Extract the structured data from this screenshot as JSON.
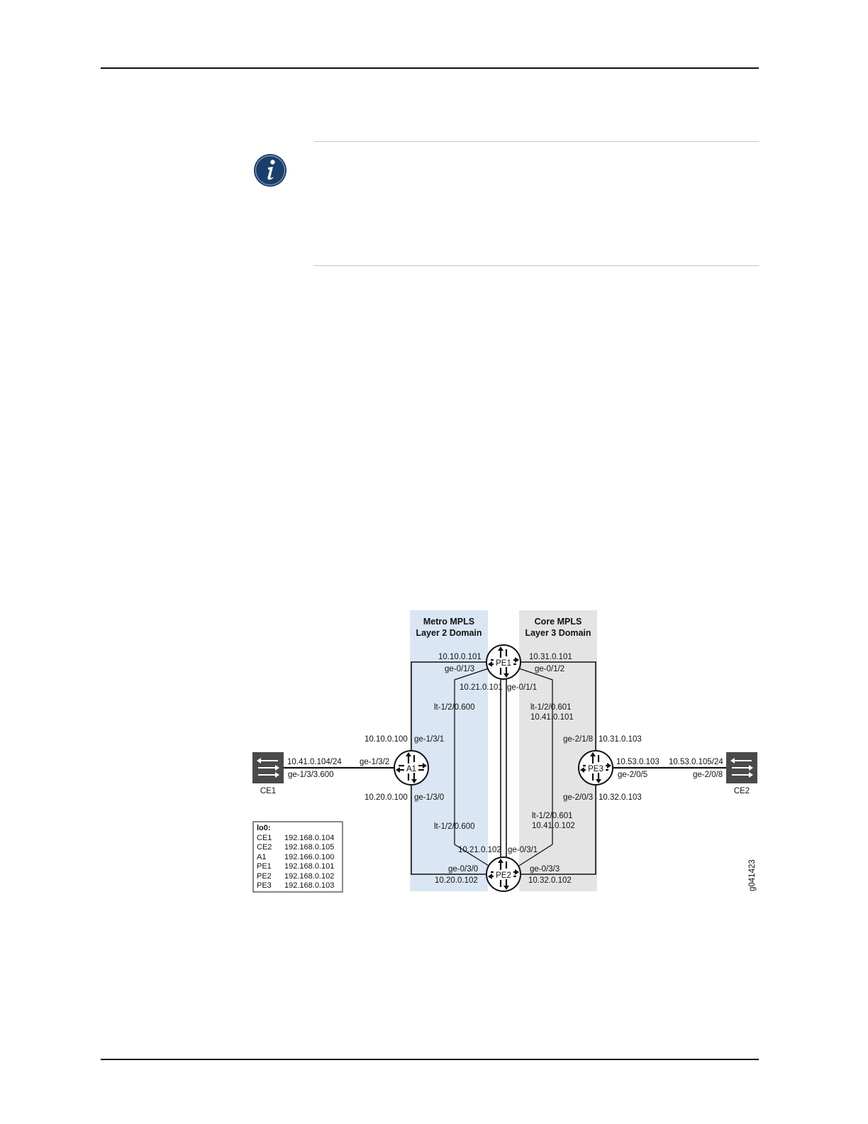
{
  "note": {
    "icon": "info-icon"
  },
  "diagram": {
    "domains": {
      "metro": {
        "line1": "Metro MPLS",
        "line2": "Layer 2 Domain",
        "color": "#dae6f3"
      },
      "core": {
        "line1": "Core MPLS",
        "line2": "Layer 3 Domain",
        "color": "#e4e4e4"
      }
    },
    "devices": {
      "pe1": "PE1",
      "pe2": "PE2",
      "pe3": "PE3",
      "a1": "A1",
      "ce1": "CE1",
      "ce2": "CE2"
    },
    "labels": {
      "pe1_left_ip": "10.10.0.101",
      "pe1_left_if": "ge-0/1/3",
      "pe1_right_ip": "10.31.0.101",
      "pe1_right_if": "ge-0/1/2",
      "pe1_down_ip": "10.21.0.101",
      "pe1_down_if": "ge-0/1/1",
      "lt_a_top": "lt-1/2/0.600",
      "lt_b_top": "lt-1/2/0.601",
      "lt_b_top_ip": "10.41.0.101",
      "a1_up_ip": "10.10.0.100",
      "a1_up_if": "ge-1/3/1",
      "a1_down_ip": "10.20.0.100",
      "a1_down_if": "ge-1/3/0",
      "a1_left_if": "ge-1/3/2",
      "ce1_ip": "10.41.0.104/24",
      "ce1_if": "ge-1/3/3.600",
      "pe3_up_if": "ge-2/1/8",
      "pe3_up_ip": "10.31.0.103",
      "pe3_down_if": "ge-2/0/3",
      "pe3_down_ip": "10.32.0.103",
      "pe3_right_ip": "10.53.0.103",
      "pe3_right_if": "ge-2/0/5",
      "ce2_ip": "10.53.0.105/24",
      "ce2_if": "ge-2/0/8",
      "lt_a_bottom": "lt-1/2/0.600",
      "lt_b_bottom": "lt-1/2/0.601",
      "lt_b_bottom_ip": "10.41.0.102",
      "pe2_up_ip": "10.21.0.102",
      "pe2_up_if": "ge-0/3/1",
      "pe2_left_if": "ge-0/3/0",
      "pe2_left_ip": "10.20.0.102",
      "pe2_right_if": "ge-0/3/3",
      "pe2_right_ip": "10.32.0.102",
      "figure_id": "g041423"
    },
    "loopback": {
      "title": "lo0:",
      "rows": [
        {
          "name": "CE1",
          "ip": "192.168.0.104"
        },
        {
          "name": "CE2",
          "ip": "192.168.0.105"
        },
        {
          "name": "A1",
          "ip": "192.166.0.100"
        },
        {
          "name": "PE1",
          "ip": "192.168.0.101"
        },
        {
          "name": "PE2",
          "ip": "192.168.0.102"
        },
        {
          "name": "PE3",
          "ip": "192.168.0.103"
        }
      ]
    }
  }
}
